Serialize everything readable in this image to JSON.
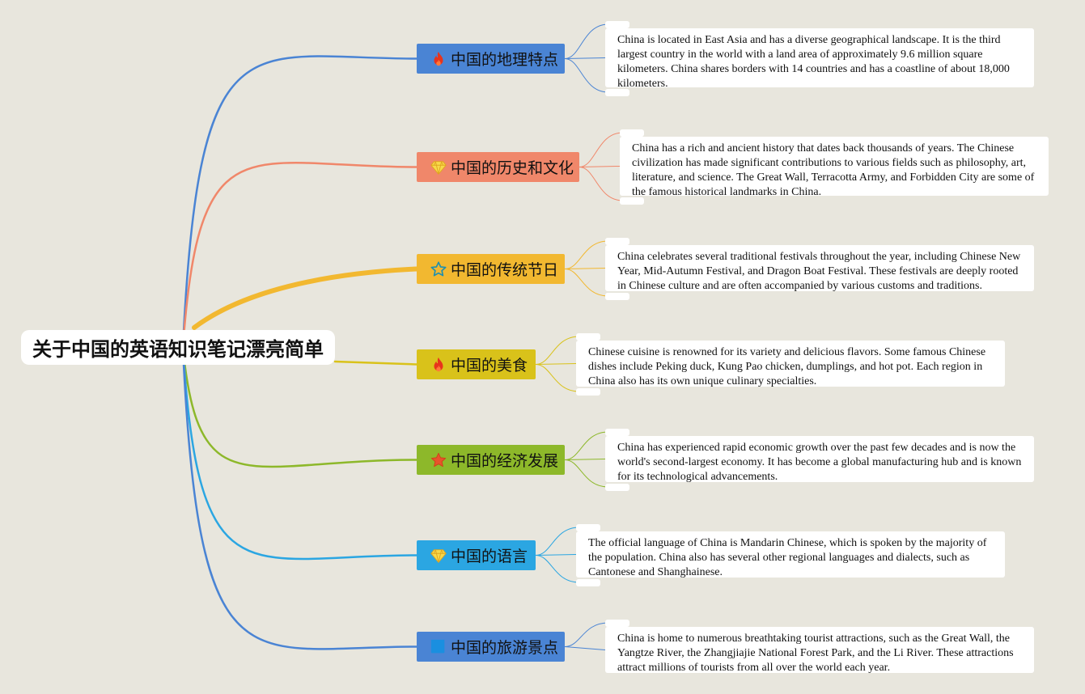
{
  "root": {
    "title": "关于中国的英语知识笔记漂亮简单"
  },
  "branches": [
    {
      "label": "中国的地理特点",
      "icon": "fire-icon",
      "color": "#4a84d4",
      "note": "China is located in East Asia and has a diverse geographical landscape. It is the third largest country in the world with a land area of approximately 9.6 million square kilometers. China shares borders with 14 countries and has a coastline of about 18,000 kilometers."
    },
    {
      "label": "中国的历史和文化",
      "icon": "diamond-icon",
      "color": "#f0876a",
      "note": "China has a rich and ancient history that dates back thousands of years. The Chinese civilization has made significant contributions to various fields such as philosophy, art, literature, and science. The Great Wall, Terracotta Army, and Forbidden City are some of the famous historical landmarks in China."
    },
    {
      "label": "中国的传统节日",
      "icon": "star-outline-icon",
      "color": "#f2b830",
      "note": "China celebrates several traditional festivals throughout the year, including Chinese New Year, Mid-Autumn Festival, and Dragon Boat Festival. These festivals are deeply rooted in Chinese culture and are often accompanied by various customs and traditions."
    },
    {
      "label": "中国的美食",
      "icon": "fire-icon",
      "color": "#d9c21a",
      "note": "Chinese cuisine is renowned for its variety and delicious flavors. Some famous Chinese dishes include Peking duck, Kung Pao chicken, dumplings, and hot pot. Each region in China also has its own unique culinary specialties."
    },
    {
      "label": "中国的经济发展",
      "icon": "star-filled-icon",
      "color": "#8db82a",
      "note": "China has experienced rapid economic growth over the past few decades and is now the world's second-largest economy. It has become a global manufacturing hub and is known for its technological advancements."
    },
    {
      "label": "中国的语言",
      "icon": "diamond-icon",
      "color": "#2ba6e2",
      "note": "The official language of China is Mandarin Chinese, which is spoken by the majority of the population. China also has several other regional languages and dialects, such as Cantonese and Shanghainese."
    },
    {
      "label": "中国的旅游景点",
      "icon": "square-icon",
      "color": "#4a84d4",
      "note": "China is home to numerous breathtaking tourist attractions, such as the Great Wall, the Yangtze River, the Zhangjiajie National Forest Park, and the Li River. These attractions attract millions of tourists from all over the world each year."
    }
  ]
}
